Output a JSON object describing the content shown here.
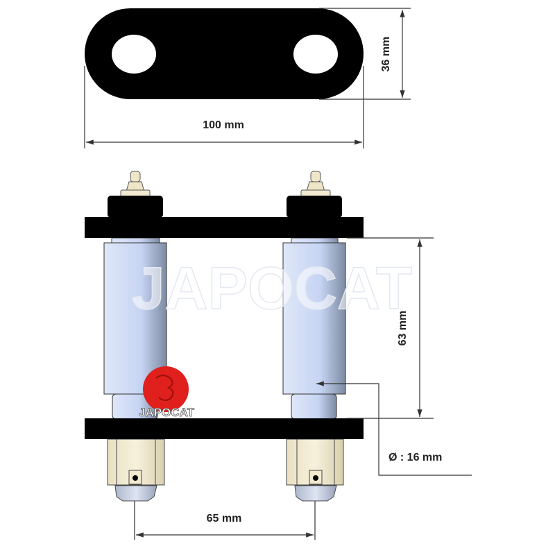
{
  "dimensions": {
    "plate_length": "100 mm",
    "plate_width": "36 mm",
    "bushing_length": "63 mm",
    "bushing_diameter": "Ø : 16 mm",
    "pin_spacing": "65 mm"
  },
  "watermark": "JAPOCAT",
  "logo_text": "JAPOCAT",
  "colors": {
    "plate": "#000000",
    "bushing": "#c8d6f2",
    "nut": "#f1ead0",
    "logo": "#e0201c"
  }
}
